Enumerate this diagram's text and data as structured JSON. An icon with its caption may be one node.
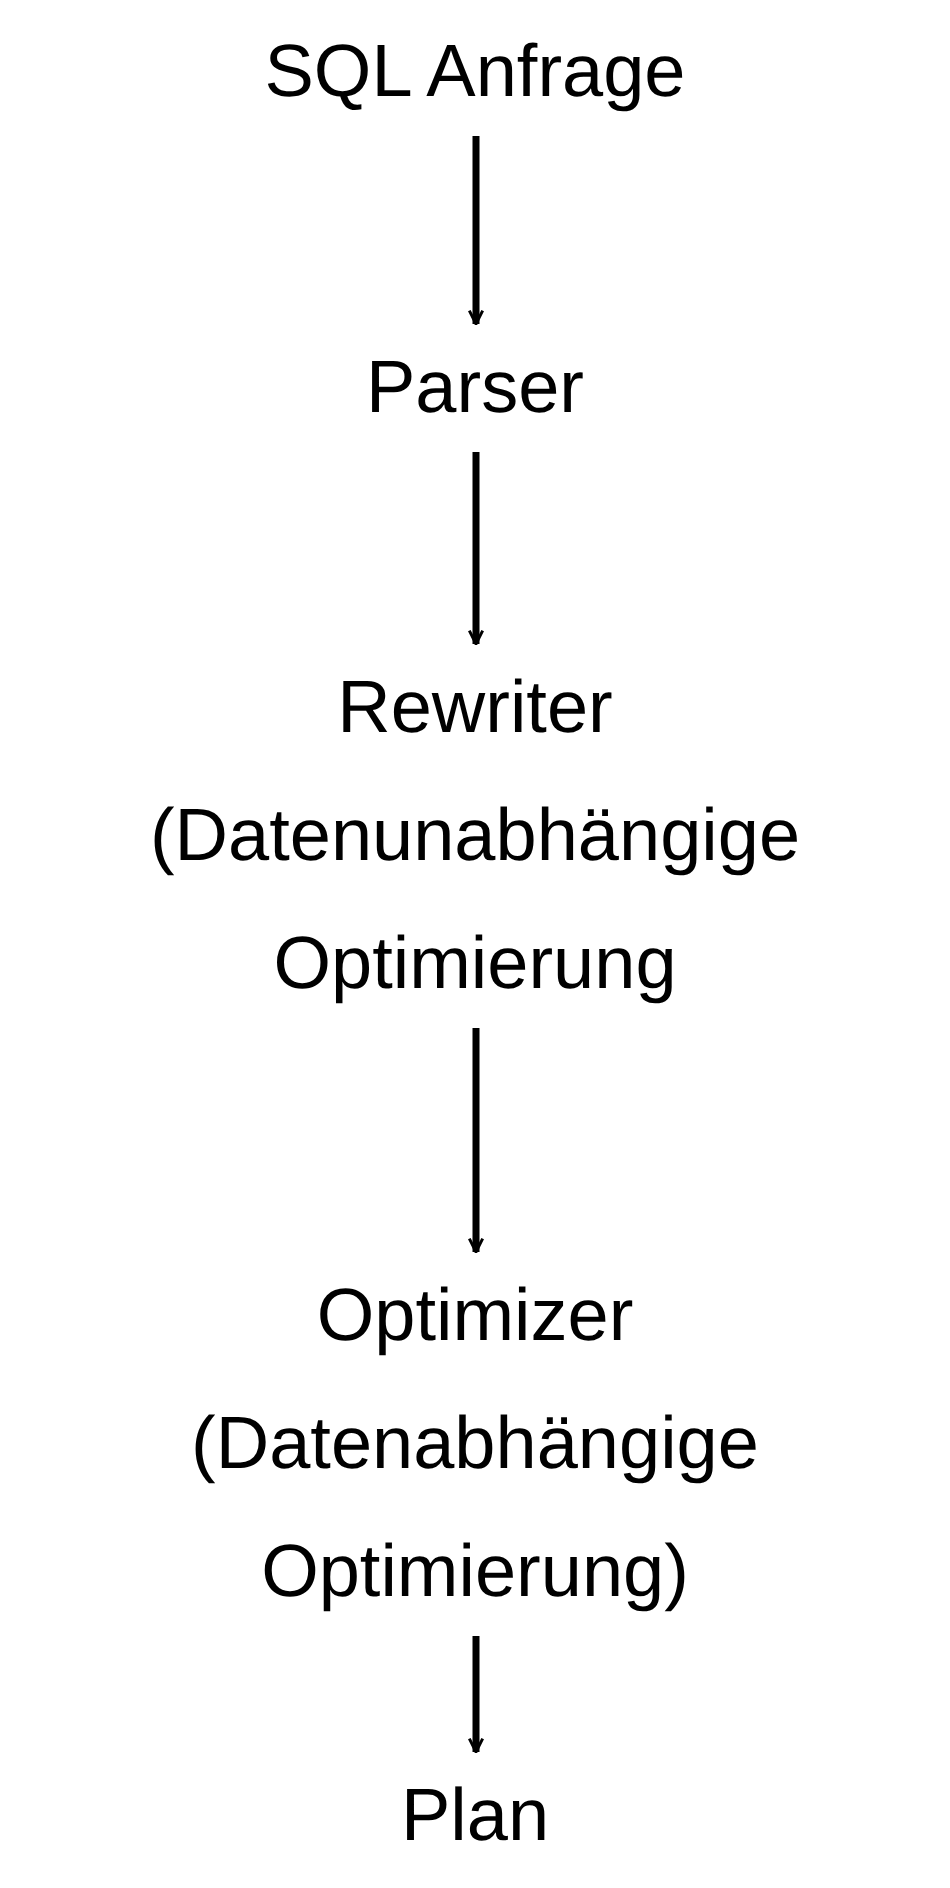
{
  "diagram": {
    "nodes": [
      {
        "text": [
          "SQL Anfrage"
        ]
      },
      {
        "text": [
          "Parser"
        ]
      },
      {
        "text": [
          "Rewriter",
          "(Datenunabhängige Optimierung"
        ]
      },
      {
        "text": [
          "Optimizer",
          "(Datenabhängige Optimierung)"
        ]
      },
      {
        "text": [
          "Plan"
        ]
      }
    ],
    "edges": [
      {
        "from": 0,
        "to": 1,
        "arrow": "to"
      },
      {
        "from": 1,
        "to": 2,
        "arrow": "to"
      },
      {
        "from": 2,
        "to": 3,
        "arrow": "to"
      },
      {
        "from": 3,
        "to": 4,
        "arrow": "to"
      }
    ]
  }
}
